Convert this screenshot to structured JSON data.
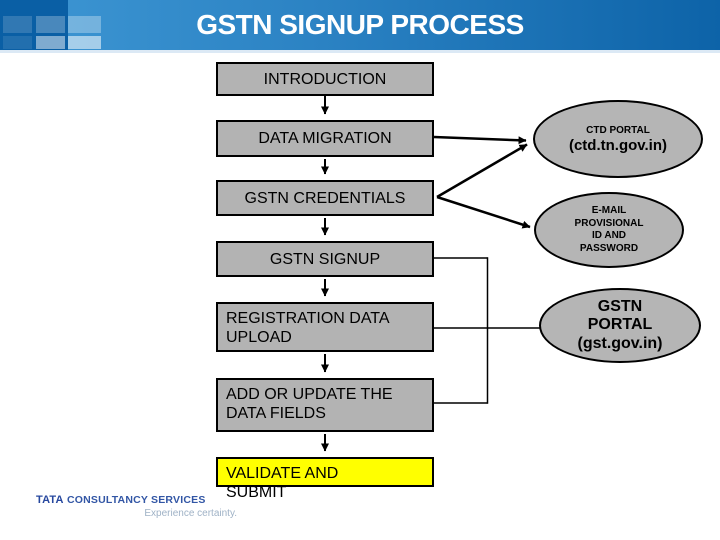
{
  "slide": {
    "title": "GSTN SIGNUP PROCESS"
  },
  "flow_steps": [
    {
      "label": "INTRODUCTION",
      "lines": [
        "INTRODUCTION"
      ],
      "highlighted": false
    },
    {
      "label": "DATA MIGRATION",
      "lines": [
        "DATA MIGRATION"
      ],
      "highlighted": false
    },
    {
      "label": "GSTN CREDENTIALS",
      "lines": [
        "GSTN CREDENTIALS"
      ],
      "highlighted": false
    },
    {
      "label": "GSTN SIGNUP",
      "lines": [
        "GSTN SIGNUP"
      ],
      "highlighted": false
    },
    {
      "label": "REGISTRATION DATA UPLOAD",
      "lines": [
        "REGISTRATION DATA",
        "UPLOAD"
      ],
      "highlighted": false
    },
    {
      "label": "ADD OR UPDATE THE DATA FIELDS",
      "lines": [
        "ADD OR UPDATE THE",
        "DATA FIELDS"
      ],
      "highlighted": false
    },
    {
      "label": "VALIDATE AND SUBMIT",
      "lines": [
        "VALIDATE AND",
        "SUBMIT"
      ],
      "highlighted": true
    }
  ],
  "portals": [
    {
      "label": "CTD PORTAL (ctd.tn.gov.in)",
      "lines": [
        "CTD PORTAL",
        "(ctd.tn.gov.in)"
      ]
    },
    {
      "label": "E-MAIL PROVISIONAL ID AND PASSWORD",
      "lines": [
        "E-MAIL",
        "PROVISIONAL",
        "ID AND",
        "PASSWORD"
      ]
    },
    {
      "label": "GSTN PORTAL (gst.gov.in)",
      "lines": [
        "GSTN",
        "PORTAL",
        "(gst.gov.in)"
      ]
    }
  ],
  "footer": {
    "brand_primary": "TATA",
    "brand_secondary": "CONSULTANCY SERVICES",
    "tagline": "Experience certainty."
  },
  "colors": {
    "header_gradient_start": "#3E97D4",
    "header_gradient_end": "#0D63A8",
    "header_corner_block": "#0A5FA5",
    "title_text": "#FFFFFF",
    "step_box_fill": "#B3B3B3",
    "step_box_border": "#000000",
    "highlight_fill": "#FFFF00",
    "portal_ellipse_fill": "#B5B5B5",
    "connector_line": "#000000",
    "brand_blue": "#26479E",
    "tagline_color": "#9FB2C6"
  }
}
